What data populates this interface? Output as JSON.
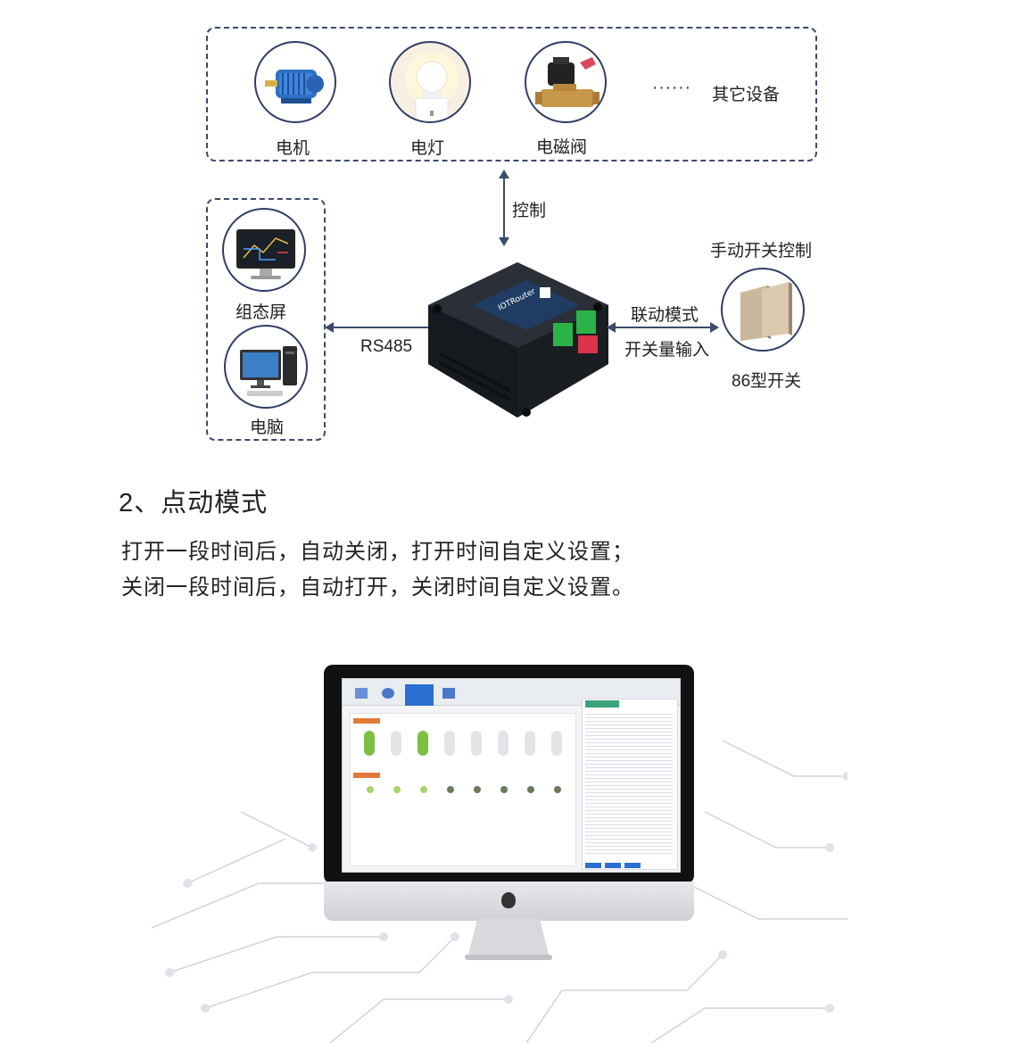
{
  "top_group": {
    "devices": [
      {
        "label": "电机",
        "icon": "motor-icon"
      },
      {
        "label": "电灯",
        "icon": "light-bulb-icon"
      },
      {
        "label": "电磁阀",
        "icon": "solenoid-valve-icon"
      }
    ],
    "ellipsis": "······",
    "other": "其它设备"
  },
  "arrow_control_label": "控制",
  "left_group": {
    "items": [
      {
        "label": "组态屏",
        "icon": "hmi-monitor-icon"
      },
      {
        "label": "电脑",
        "icon": "desktop-computer-icon"
      }
    ]
  },
  "rs485_label": "RS485",
  "device_brand": "IOTRouter",
  "right_group": {
    "title": "手动开关控制",
    "link_mode": "联动模式",
    "switch_input": "开关量输入",
    "switch_type": "86型开关"
  },
  "section": {
    "heading": "2、点动模式",
    "lines": [
      "打开一段时间后，自动关闭，打开时间自定义设置；",
      "关闭一段时间后，自动打开，关闭时间自定义设置。"
    ]
  },
  "colors": {
    "dash": "#3c4a6e",
    "arrow": "#3c4a6e",
    "led_on": "#7bc043",
    "accent_orange": "#e07a3a",
    "tab_active": "#2a6fd1"
  }
}
